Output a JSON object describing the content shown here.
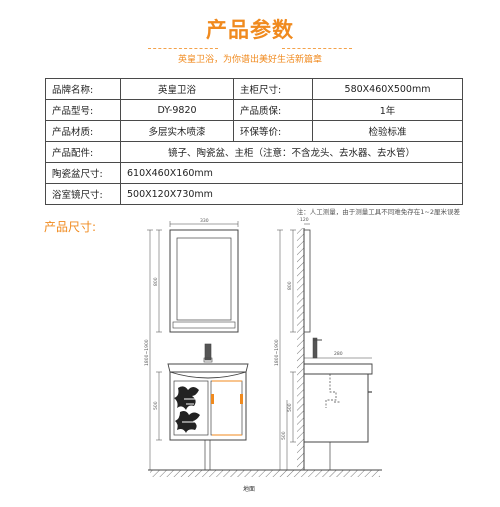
{
  "header": {
    "title": "产品参数",
    "subtitle": "英皇卫浴，为你谱出美好生活新篇章"
  },
  "spec_rows": [
    {
      "k1": "品牌名称:",
      "v1": "英皇卫浴",
      "k2": "主柜尺寸:",
      "v2": "580X460X500mm"
    },
    {
      "k1": "产品型号:",
      "v1": "DY-9820",
      "k2": "产品质保:",
      "v2": "1年"
    },
    {
      "k1": "产品材质:",
      "v1": "多层实木喷漆",
      "k2": "环保等价:",
      "v2": "检验标准"
    }
  ],
  "spec_wide": [
    {
      "k": "产品配件:",
      "v": "镜子、陶瓷盆、主柜（注意：不含龙头、去水器、去水管）"
    },
    {
      "k": "陶瓷盆尺寸:",
      "v": "610X460X160mm"
    },
    {
      "k": "浴室镜尺寸:",
      "v": "500X120X730mm"
    }
  ],
  "note": "注：人工测量，由于测量工具不同难免存在1~2厘米误差",
  "size_heading": "产品尺寸:",
  "drawing": {
    "floor_label": "地面",
    "front": {
      "top_width": "330",
      "mirror_height": "800",
      "total_height": "1800~1900",
      "cabinet_height": "500"
    },
    "side": {
      "top_depth": "120",
      "mirror_height": "800",
      "total_height": "1800~1900",
      "basin_depth": "280",
      "cabinet_height": "500",
      "lower_height": "500"
    }
  },
  "colors": {
    "accent": "#f08a1e",
    "line": "#444444"
  }
}
